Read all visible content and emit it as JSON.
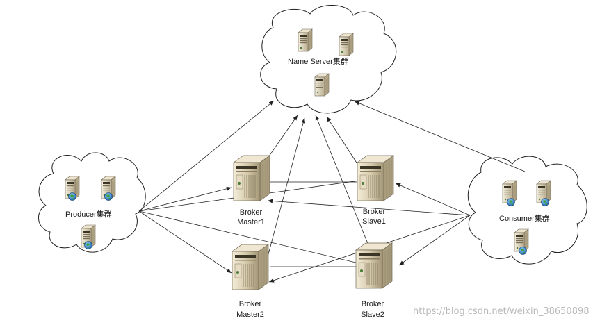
{
  "name_server": {
    "label": "Name Server集群"
  },
  "producer": {
    "label": "Producer集群"
  },
  "consumer": {
    "label": "Consumer集群"
  },
  "broker_master1": {
    "line1": "Broker",
    "line2": "Master1"
  },
  "broker_slave1": {
    "line1": "Broker",
    "line2": "Slave1"
  },
  "broker_master2": {
    "line1": "Broker",
    "line2": "Master2"
  },
  "broker_slave2": {
    "line1": "Broker",
    "line2": "Slave2"
  },
  "watermark": "https://blog.csdn.net/weixin_38650898",
  "icons": {
    "cluster_server": "server-icon",
    "client_server": "server-globe-icon",
    "broker": "broker-server-icon"
  }
}
